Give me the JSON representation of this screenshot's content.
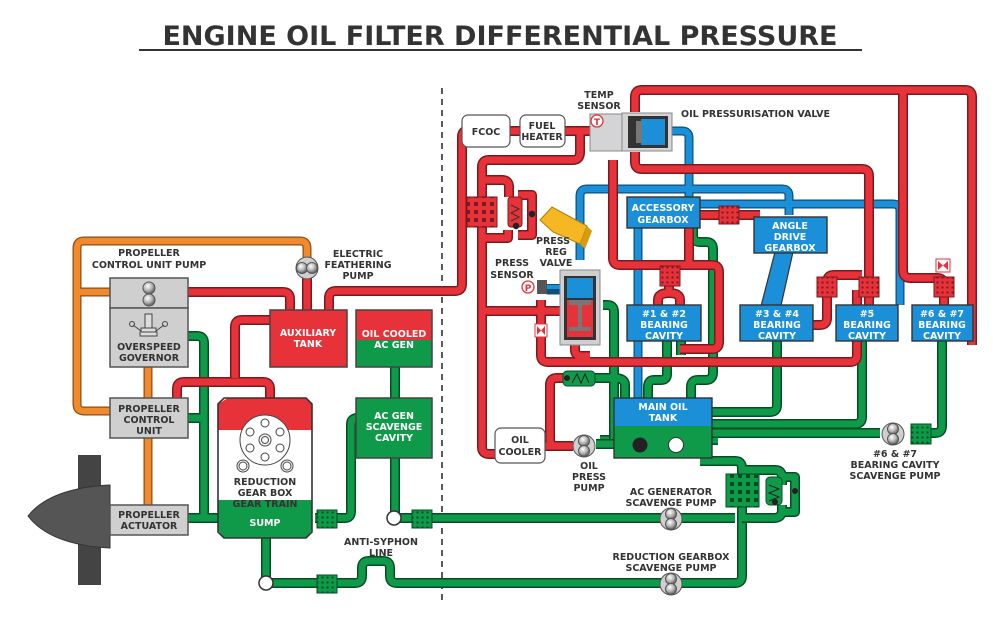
{
  "title": "ENGINE OIL FILTER DIFFERENTIAL PRESSURE",
  "colors": {
    "pressure_oil": "#e8323a",
    "scavenge_oil": "#0f9a4a",
    "lube_return": "#1b8fd8",
    "control_oil": "#f08a2c",
    "component_grey": "#cfcfd0",
    "outline": "#3a3a3a",
    "regulator_yellow": "#f5b824"
  },
  "components": {
    "propeller_control_unit_pump": [
      "PROPELLER",
      "CONTROL UNIT PUMP"
    ],
    "overspeed_governor": [
      "OVERSPEED",
      "GOVERNOR"
    ],
    "propeller_control_unit": [
      "PROPELLER",
      "CONTROL",
      "UNIT"
    ],
    "propeller_actuator": [
      "PROPELLER",
      "ACTUATOR"
    ],
    "electric_feathering_pump": [
      "ELECTRIC",
      "FEATHERING",
      "PUMP"
    ],
    "auxiliary_tank": [
      "AUXILIARY",
      "TANK"
    ],
    "oil_cooled_ac_gen": [
      "OIL COOLED",
      "AC GEN"
    ],
    "ac_gen_scavenge_cavity": [
      "AC GEN",
      "SCAVENGE",
      "CAVITY"
    ],
    "reduction_gear_box": [
      "REDUCTION",
      "GEAR BOX",
      "GEAR TRAIN"
    ],
    "sump": "SUMP",
    "anti_syphon_line": [
      "ANTI-SYPHON",
      "LINE"
    ],
    "fcoc": "FCOC",
    "fuel_heater": [
      "FUEL",
      "HEATER"
    ],
    "temp_sensor": [
      "TEMP",
      "SENSOR"
    ],
    "temp_sensor_symbol": "T",
    "oil_pressurisation_valve": "OIL PRESSURISATION VALVE",
    "press_sensor": [
      "PRESS",
      "SENSOR"
    ],
    "press_sensor_symbol": "P",
    "press_reg_valve": [
      "PRESS",
      "REG",
      "VALVE"
    ],
    "accessory_gearbox": [
      "ACCESSORY",
      "GEARBOX"
    ],
    "angle_drive_gearbox": [
      "ANGLE",
      "DRIVE",
      "GEARBOX"
    ],
    "bearing_1_2": [
      "#1 & #2",
      "BEARING",
      "CAVITY"
    ],
    "bearing_3_4": [
      "#3 & #4",
      "BEARING",
      "CAVITY"
    ],
    "bearing_5": [
      "#5",
      "BEARING",
      "CAVITY"
    ],
    "bearing_6_7": [
      "#6 & #7",
      "BEARING",
      "CAVITY"
    ],
    "main_oil_tank": [
      "MAIN OIL",
      "TANK"
    ],
    "oil_cooler": [
      "OIL",
      "COOLER"
    ],
    "oil_press_pump": [
      "OIL",
      "PRESS",
      "PUMP"
    ],
    "ac_generator_scavenge_pump": [
      "AC GENERATOR",
      "SCAVENGE PUMP"
    ],
    "reduction_gearbox_scavenge_pump": [
      "REDUCTION GEARBOX",
      "SCAVENGE PUMP"
    ],
    "bearing_6_7_scavenge_pump": [
      "#6 & #7",
      "BEARING CAVITY",
      "SCAVENGE PUMP"
    ]
  }
}
